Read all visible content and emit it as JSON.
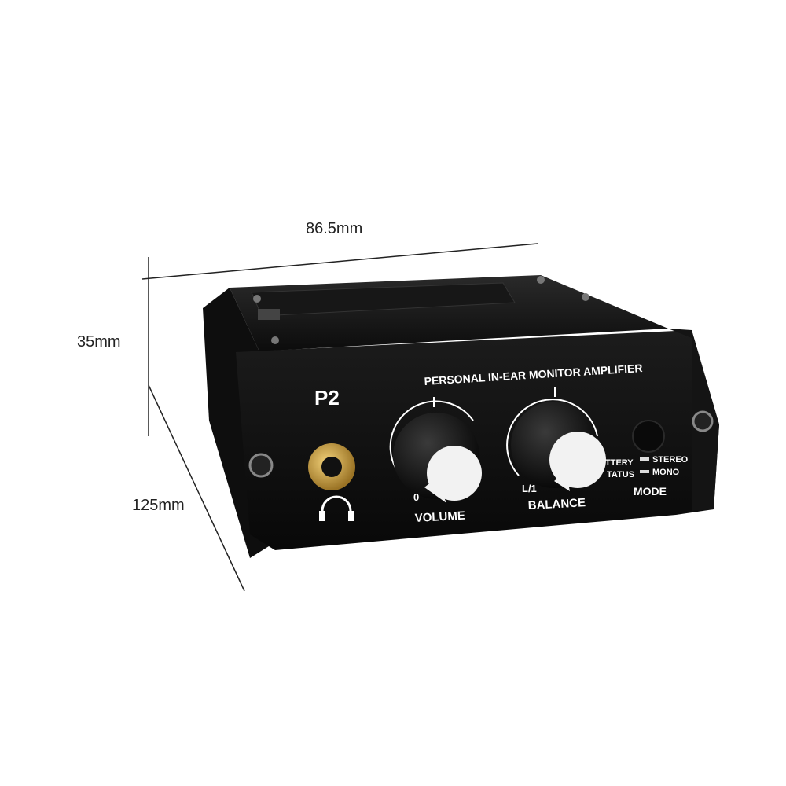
{
  "dimensions": {
    "width": "86.5mm",
    "height": "35mm",
    "depth": "125mm"
  },
  "device": {
    "header": "PERSONAL IN-EAR MONITOR AMPLIFIER",
    "model": "P2",
    "volume_label": "VOLUME",
    "volume_min": "0",
    "balance_label": "BALANCE",
    "balance_left": "L/1",
    "battery_label_1": "TTERY",
    "battery_label_2": "TATUS",
    "mode_stereo": "STEREO",
    "mode_mono": "MONO",
    "mode_label": "MODE",
    "headphone_icon": "headphones-icon"
  },
  "colors": {
    "body": "#111111",
    "text": "#ffffff",
    "knob_cap": "#f2f2f2",
    "jack": "#c9a14a"
  }
}
